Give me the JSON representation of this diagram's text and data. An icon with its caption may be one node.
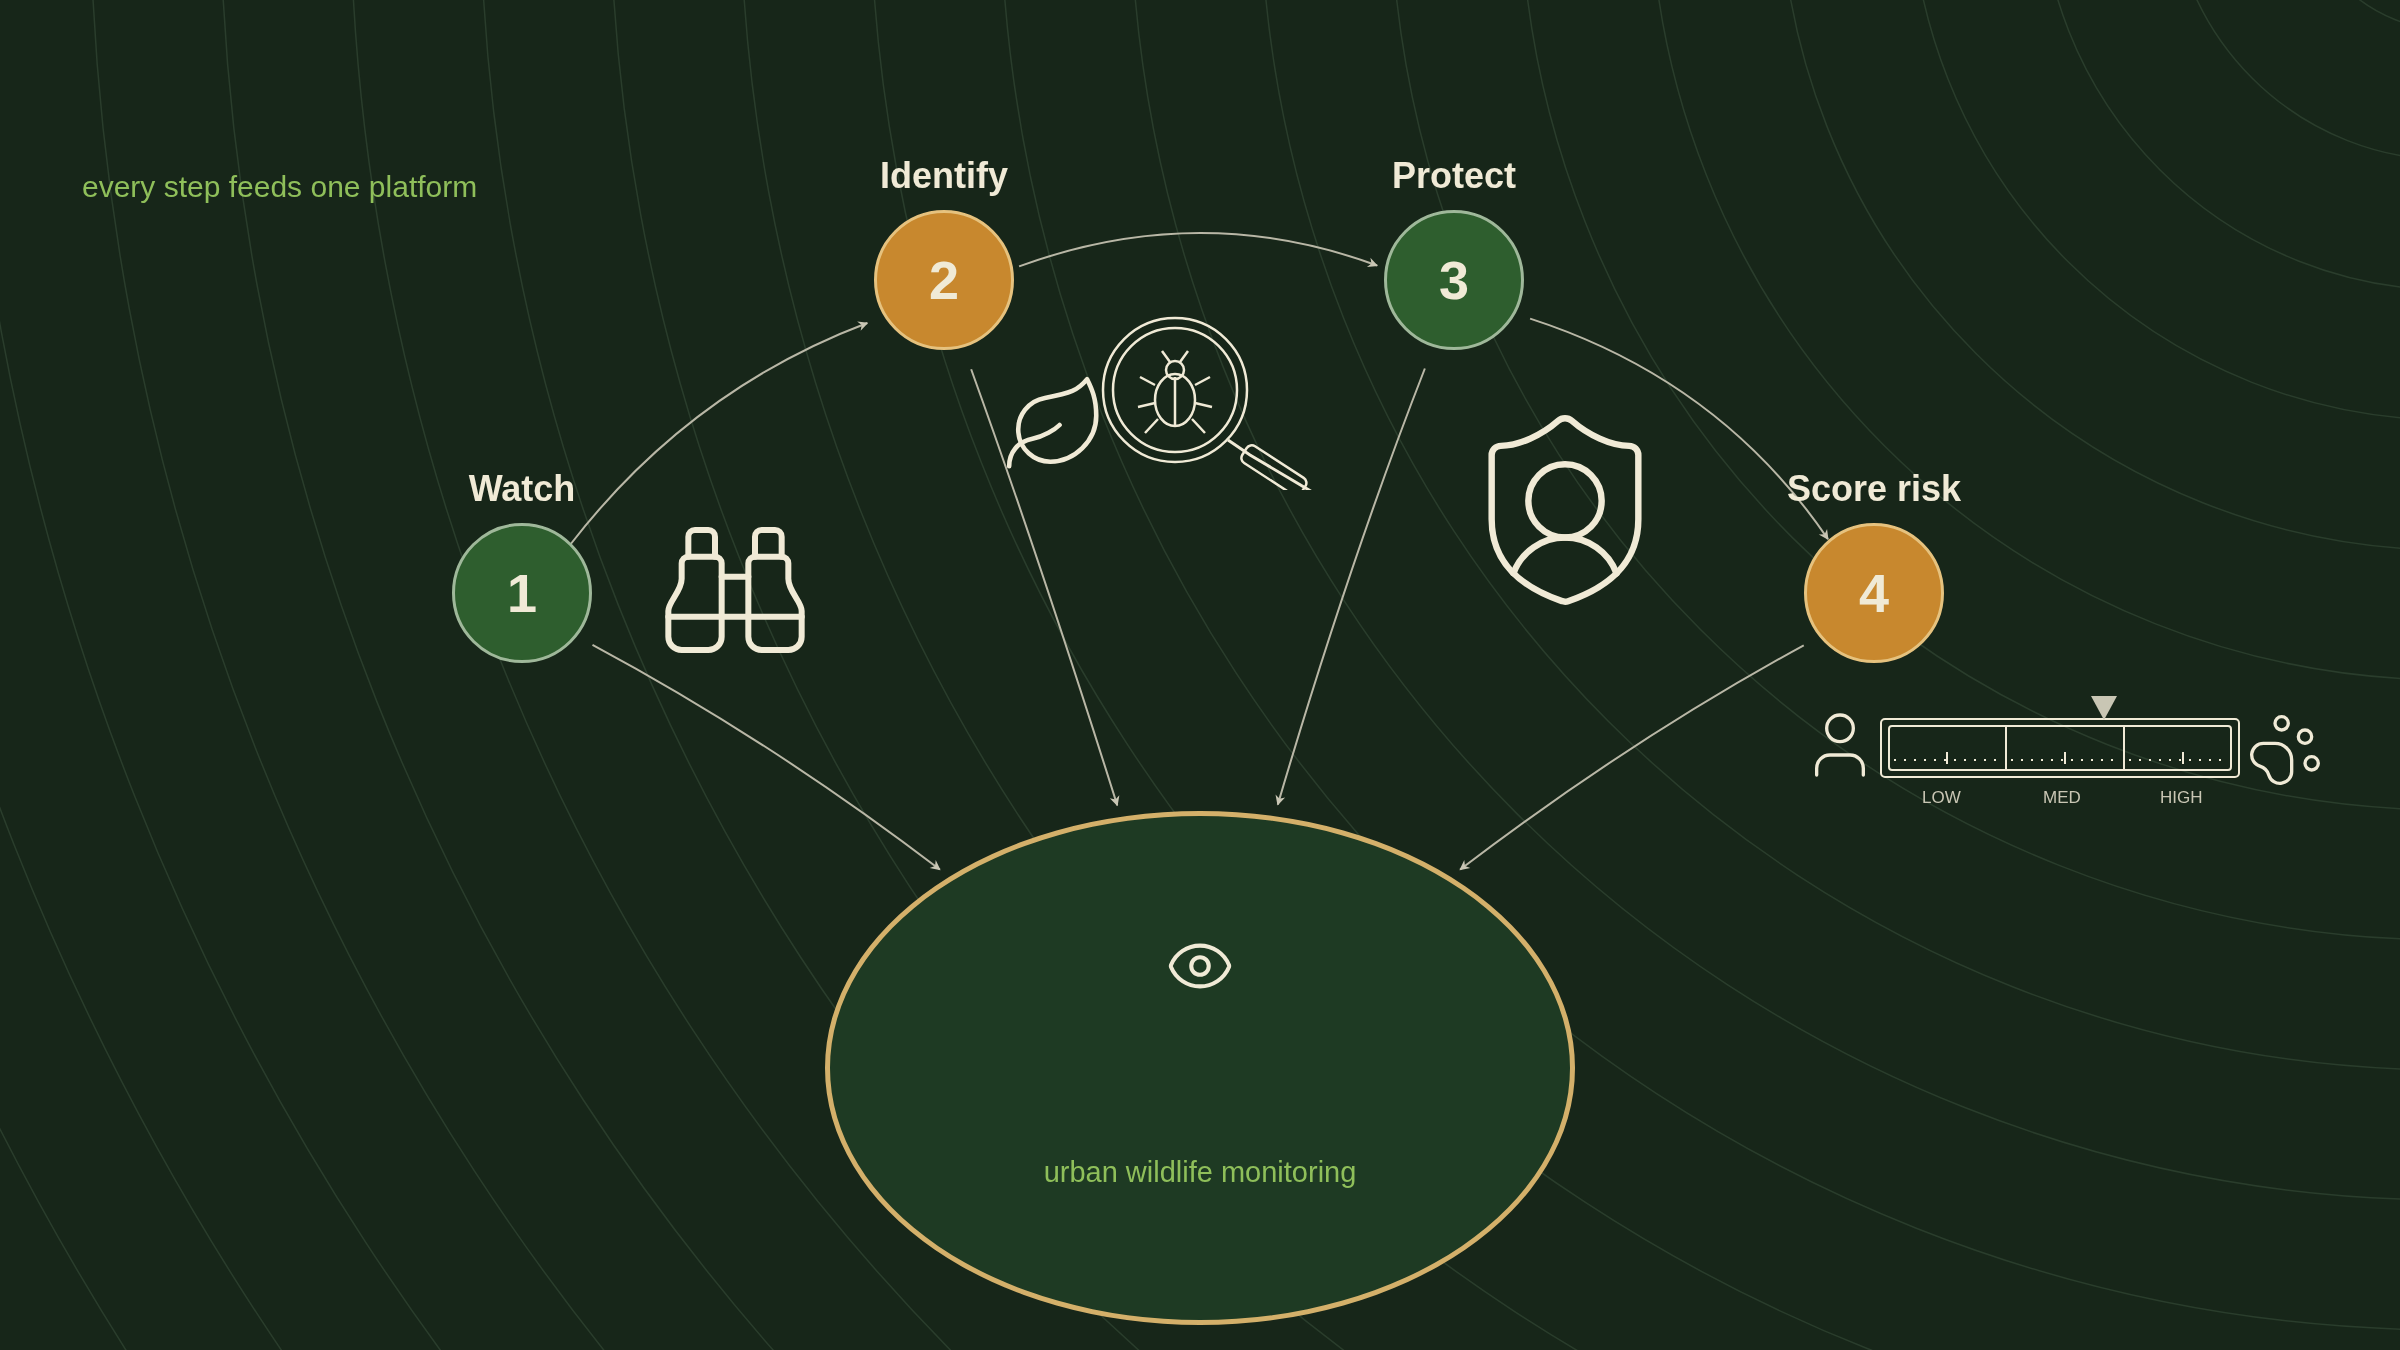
{
  "diagram": {
    "nodes": [
      {
        "text": [
          "Watch",
          "1"
        ]
      },
      {
        "text": [
          "Identify",
          "2"
        ]
      },
      {
        "text": [
          "Protect",
          "3"
        ]
      },
      {
        "text": [
          "Score risk",
          "4"
        ]
      },
      {
        "text": [
          "urban wildlife monitoring"
        ]
      }
    ],
    "edges": [
      {
        "from": 0,
        "to": 1,
        "arrow": "to"
      },
      {
        "from": 1,
        "to": 2,
        "arrow": "to"
      },
      {
        "from": 2,
        "to": 3,
        "arrow": "to"
      },
      {
        "from": 0,
        "to": 4,
        "arrow": "to"
      },
      {
        "from": 1,
        "to": 4,
        "arrow": "to"
      },
      {
        "from": 2,
        "to": 4,
        "arrow": "to"
      },
      {
        "from": 3,
        "to": 4,
        "arrow": "to"
      }
    ],
    "labels": [
      "every step feeds one platform",
      "LOW",
      "MED",
      "HIGH"
    ]
  }
}
